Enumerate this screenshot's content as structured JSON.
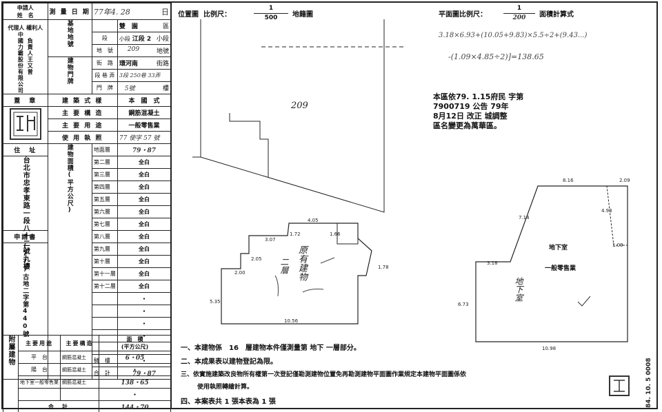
{
  "left": {
    "applicant_label": "申請人\n姓　名",
    "survey_date_label": "測 量 日 期",
    "survey_date_value": "77年4. 28",
    "survey_date_unit": "日",
    "owner_label": "代理人 權利人",
    "owner_name": "中國力霸股份有限公司",
    "owner_rep": "負責人王又曾",
    "base_label": "基地地號",
    "district_label": "區",
    "district_value": "雙　園",
    "section_label": "段",
    "section_value": "小段",
    "section_value2": "江段 2",
    "subsection_suffix": "小段",
    "lot_label": "地　號",
    "lot_value": "209",
    "lot_suffix": "地號",
    "address_label": "建物門牌",
    "street_label": "街　路",
    "street_value": "環河南",
    "street_suffix": "街路",
    "lane_label": "段 巷 弄",
    "lane_value": "3段 250巷 33弄",
    "number_label": "門　牌",
    "number_value": "5號",
    "number_suffix": "樓",
    "seal_label": "蓋　章",
    "style_label": "建 築 式 樣",
    "style_value": "本　國　式",
    "structure_label": "主 要 構 造",
    "structure_value": "鋼筋混凝土",
    "use_label": "主 要 用 途",
    "use_value": "一般零售業",
    "permit_label": "使 用 執 照",
    "permit_value": "77 使字 57 號",
    "address_side_label": "住　址",
    "address_side_value": "台北市忠孝東路一段八十二號九樓",
    "applicant2_label": "申請書",
    "applicant2_value": "(77)古地二字第440號",
    "area_side_label": "建物面積(平方公尺)",
    "floors": [
      {
        "name": "地面層",
        "area": "79・87"
      },
      {
        "name": "第二層",
        "area": "全白"
      },
      {
        "name": "第三層",
        "area": "全白"
      },
      {
        "name": "第四層",
        "area": "全白"
      },
      {
        "name": "第五層",
        "area": "全白"
      },
      {
        "name": "第六層",
        "area": "全白"
      },
      {
        "name": "第七層",
        "area": "全白"
      },
      {
        "name": "第八層",
        "area": "全白"
      },
      {
        "name": "第九層",
        "area": "全白"
      },
      {
        "name": "第十層",
        "area": "全白"
      },
      {
        "name": "第十一層",
        "area": "全白"
      },
      {
        "name": "第十二層",
        "area": "全白"
      }
    ],
    "blank_rows": [
      "・",
      "・",
      "・",
      "・",
      "・"
    ],
    "arcade_label": "騎　樓",
    "arcade_value": "・",
    "total_label": "合　計",
    "total_value": "79・87",
    "annex_label": "附屬建物",
    "annex_use_label": "主要用途",
    "annex_struct_label": "主要構造",
    "annex_area_label": "面　積\n(平方公尺)",
    "annex_rows": [
      {
        "use": "平　台",
        "struct": "鋼筋混凝土",
        "area": "6・05"
      },
      {
        "use": "陽　台",
        "struct": "鋼筋混凝土",
        "area": "・"
      },
      {
        "use": "地下室一般零售業",
        "struct": "鋼筋混凝土",
        "area": "138・65"
      },
      {
        "use": "",
        "struct": "",
        "area": "・"
      }
    ],
    "annex_total_label": "合　計",
    "annex_total_value": "144・70",
    "side_number": "號"
  },
  "site": {
    "title": "位置圖",
    "scale_label": "比例尺：",
    "scale_num": "1",
    "scale_den": "500",
    "map_label": "地籍圖",
    "lot_number": "209",
    "handwritten": "原有建物",
    "handwritten2": "二層",
    "dims": [
      "4.05",
      "1.72",
      "3.07",
      "2.05",
      "1.66",
      "5.35",
      "10.56",
      "1.78",
      "2.00"
    ]
  },
  "plan": {
    "title": "平面圖比例尺：",
    "scale_num": "1",
    "scale_den": "200",
    "calc_label": "面積計算式",
    "formula1": "3.18×6.93+(10.05+9.83)×5.5÷2+(9.43...)",
    "formula2": "-(1.09×4.85÷2)]=138.65",
    "stamp_lines": [
      "本區依79. 1.15府民 字第",
      "7900719 公告 79年",
      "8月12日 改正 城調整",
      "區名變更為萬華區。"
    ],
    "basement_label": "地下室",
    "basement_use": "一般零售業",
    "vertical_note": "地下室",
    "dims": [
      "8.16",
      "2.09",
      "7.14",
      "4.93",
      "3.18",
      "1.09",
      "6.73",
      "10.98"
    ]
  },
  "notes": [
    {
      "num": "一、",
      "text": "本建物係　16　層建物本件僅測量第 地下 一層部分。"
    },
    {
      "num": "二、",
      "text": "本成果表以建物登記為限。"
    },
    {
      "num": "三、",
      "text": "依實施建築改良物所有權第一次登記僅勘測建物位置免再勘測建物平面圖作業規定本建物平面圖係依"
    },
    {
      "num": "",
      "text": "使用執照轉繪計算。"
    },
    {
      "num": "四、",
      "text": "本案表共 1 張本表為 1 張"
    }
  ],
  "footer_code": "84. 10. 5 0008"
}
